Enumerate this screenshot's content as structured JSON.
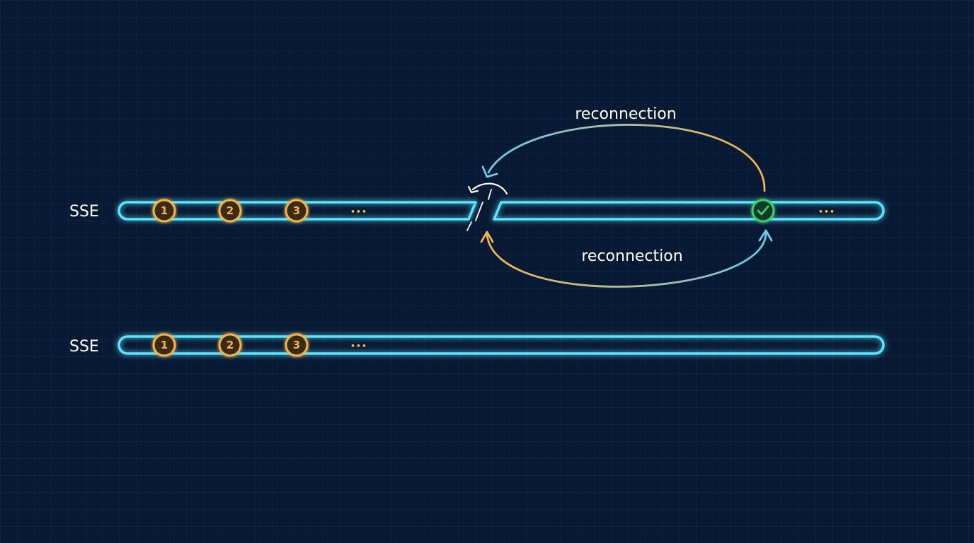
{
  "colors": {
    "background": "#081a33",
    "grid": "#14304f",
    "stream": "#5be3ff",
    "stream_glow": "#1fb8e6",
    "event": "#f5b544",
    "event_fill": "#3a2a12",
    "success": "#3ccf6b",
    "arrow_blue": "#6ccbea",
    "arrow_orange": "#f2b24d",
    "text": "#ffffff"
  },
  "streams": [
    {
      "label": "SSE",
      "events": [
        "1",
        "2",
        "3"
      ],
      "ellipsis": "•••",
      "broken": true,
      "after_break": {
        "status_icon": "check-icon",
        "ellipsis": "•••"
      }
    },
    {
      "label": "SSE",
      "events": [
        "1",
        "2",
        "3"
      ],
      "ellipsis": "•••",
      "broken": false
    }
  ],
  "reconnection": {
    "top_label": "reconnection",
    "bottom_label": "reconnection"
  }
}
